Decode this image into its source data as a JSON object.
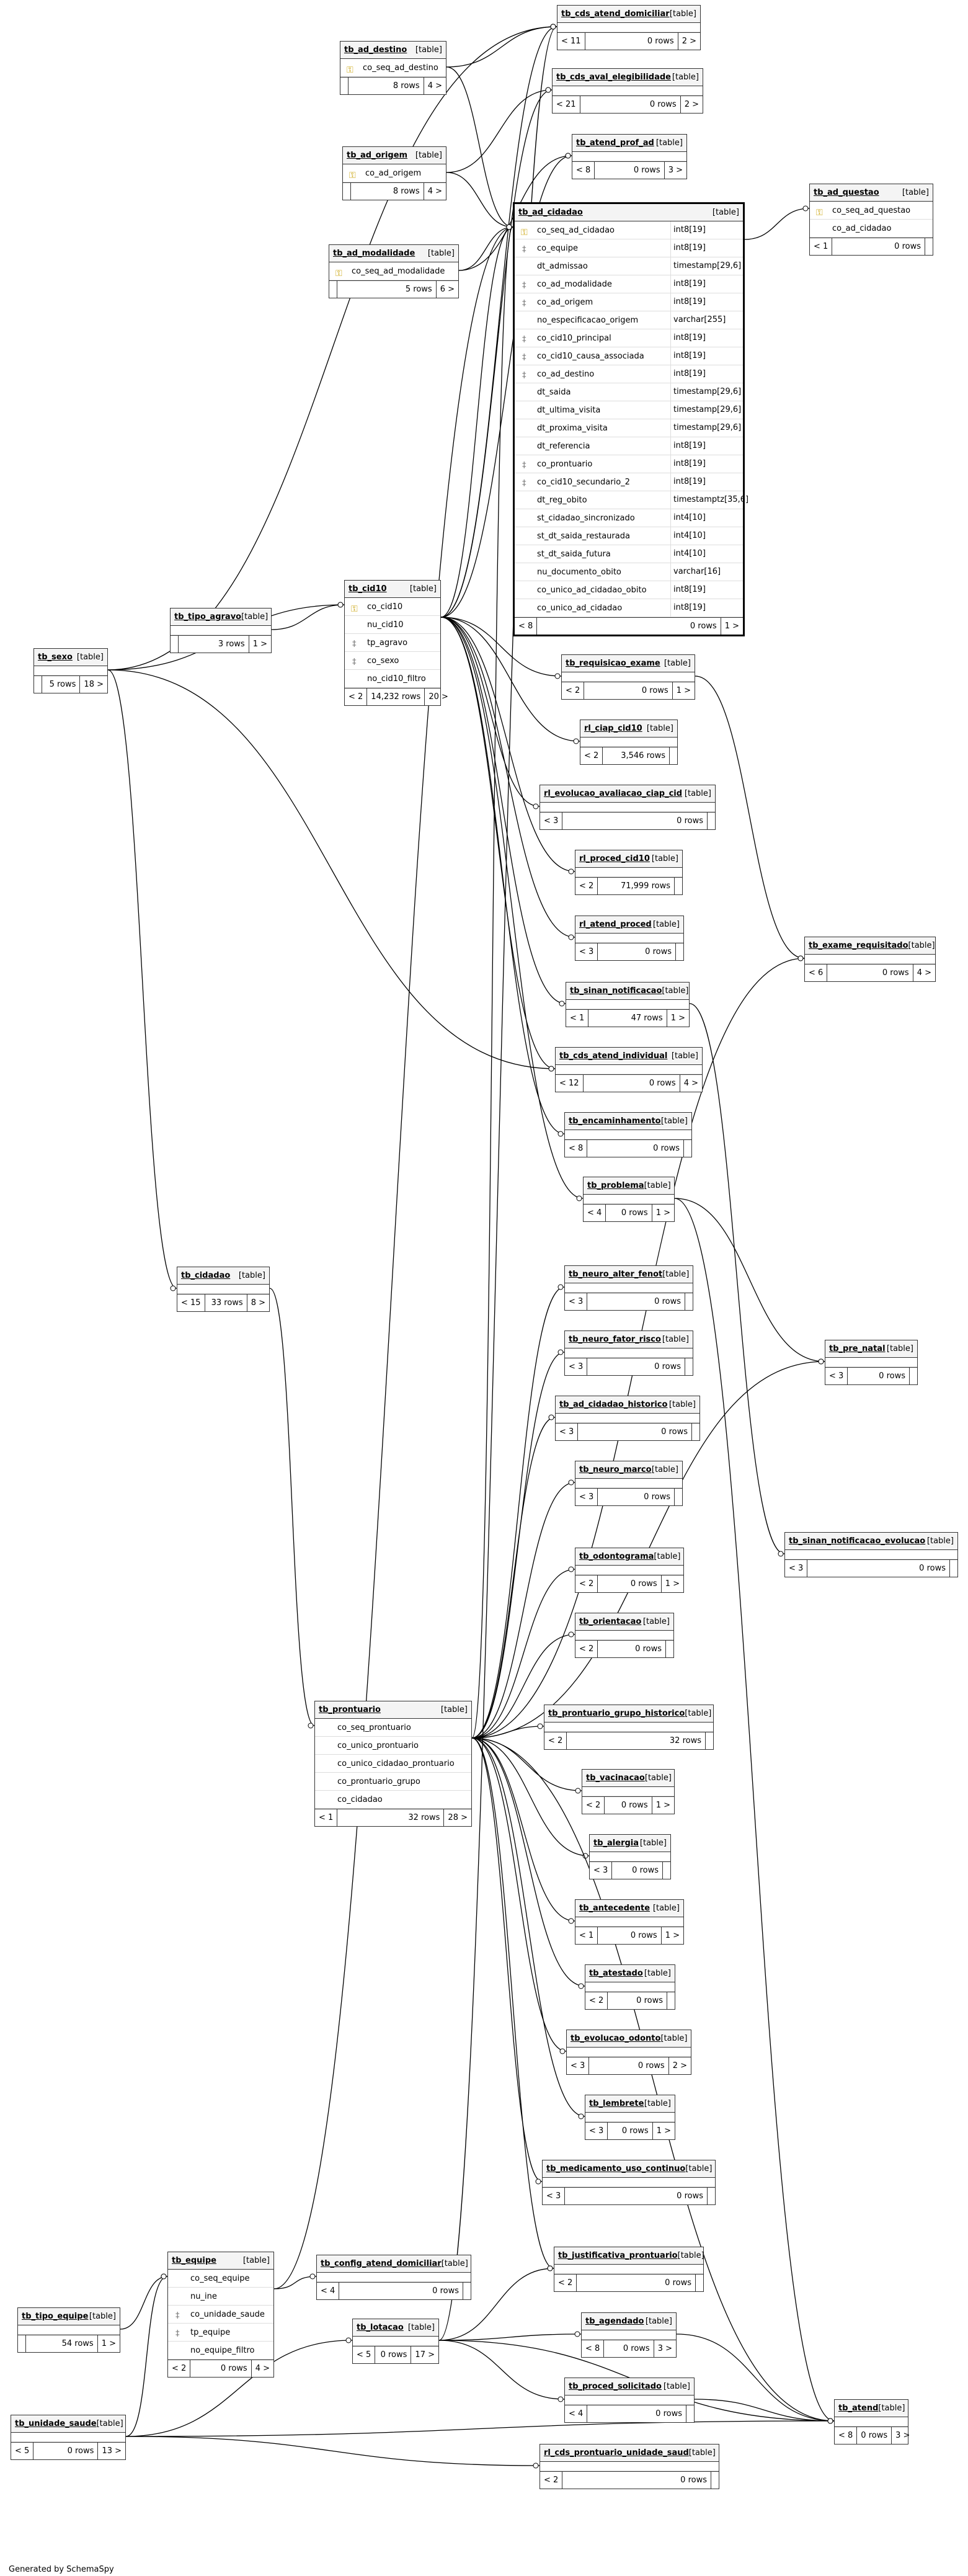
{
  "footer": "Generated by SchemaSpy",
  "type_label": "[table]",
  "tables": [
    {
      "id": "cds_atend_dom",
      "name": "tb_cds_atend_domiciliar",
      "foot": [
        "< 11",
        "0 rows",
        "2 >"
      ],
      "cols": []
    },
    {
      "id": "ad_destino",
      "name": "tb_ad_destino",
      "foot": [
        "",
        "8 rows",
        "4 >"
      ],
      "cols": [
        {
          "n": "co_seq_ad_destino",
          "k": "pk"
        }
      ]
    },
    {
      "id": "cds_aval",
      "name": "tb_cds_aval_elegibilidade",
      "foot": [
        "< 21",
        "0 rows",
        "2 >"
      ],
      "cols": []
    },
    {
      "id": "ad_origem",
      "name": "tb_ad_origem",
      "foot": [
        "",
        "8 rows",
        "4 >"
      ],
      "cols": [
        {
          "n": "co_ad_origem",
          "k": "pk"
        }
      ]
    },
    {
      "id": "atend_prof_ad",
      "name": "tb_atend_prof_ad",
      "foot": [
        "< 8",
        "0 rows",
        "3 >"
      ],
      "cols": []
    },
    {
      "id": "ad_modalidade",
      "name": "tb_ad_modalidade",
      "foot": [
        "",
        "5 rows",
        "6 >"
      ],
      "cols": [
        {
          "n": "co_seq_ad_modalidade",
          "k": "pk"
        }
      ]
    },
    {
      "id": "ad_questao",
      "name": "tb_ad_questao",
      "foot": [
        "< 1",
        "0 rows",
        ""
      ],
      "cols": [
        {
          "n": "co_seq_ad_questao",
          "k": "pk"
        },
        {
          "n": "co_ad_cidadao",
          "k": ""
        }
      ]
    },
    {
      "id": "ad_cidadao",
      "name": "tb_ad_cidadao",
      "focus": true,
      "foot": [
        "< 8",
        "0 rows",
        "1 >"
      ],
      "cols": [
        {
          "n": "co_seq_ad_cidadao",
          "t": "int8[19]",
          "k": "pk"
        },
        {
          "n": "co_equipe",
          "t": "int8[19]",
          "k": "fk"
        },
        {
          "n": "dt_admissao",
          "t": "timestamp[29,6]",
          "k": ""
        },
        {
          "n": "co_ad_modalidade",
          "t": "int8[19]",
          "k": "fk"
        },
        {
          "n": "co_ad_origem",
          "t": "int8[19]",
          "k": "fk"
        },
        {
          "n": "no_especificacao_origem",
          "t": "varchar[255]",
          "k": ""
        },
        {
          "n": "co_cid10_principal",
          "t": "int8[19]",
          "k": "fk"
        },
        {
          "n": "co_cid10_causa_associada",
          "t": "int8[19]",
          "k": "fk"
        },
        {
          "n": "co_ad_destino",
          "t": "int8[19]",
          "k": "fk"
        },
        {
          "n": "dt_saida",
          "t": "timestamp[29,6]",
          "k": ""
        },
        {
          "n": "dt_ultima_visita",
          "t": "timestamp[29,6]",
          "k": ""
        },
        {
          "n": "dt_proxima_visita",
          "t": "timestamp[29,6]",
          "k": ""
        },
        {
          "n": "dt_referencia",
          "t": "int8[19]",
          "k": ""
        },
        {
          "n": "co_prontuario",
          "t": "int8[19]",
          "k": "fk"
        },
        {
          "n": "co_cid10_secundario_2",
          "t": "int8[19]",
          "k": "fk"
        },
        {
          "n": "dt_reg_obito",
          "t": "timestamptz[35,6]",
          "k": ""
        },
        {
          "n": "st_cidadao_sincronizado",
          "t": "int4[10]",
          "k": ""
        },
        {
          "n": "st_dt_saida_restaurada",
          "t": "int4[10]",
          "k": ""
        },
        {
          "n": "st_dt_saida_futura",
          "t": "int4[10]",
          "k": ""
        },
        {
          "n": "nu_documento_obito",
          "t": "varchar[16]",
          "k": ""
        },
        {
          "n": "co_unico_ad_cidadao_obito",
          "t": "int8[19]",
          "k": ""
        },
        {
          "n": "co_unico_ad_cidadao",
          "t": "int8[19]",
          "k": ""
        }
      ]
    },
    {
      "id": "tipo_agravo",
      "name": "tb_tipo_agravo",
      "foot": [
        "",
        "3 rows",
        "1 >"
      ],
      "cols": []
    },
    {
      "id": "cid10",
      "name": "tb_cid10",
      "foot": [
        "< 2",
        "14,232 rows",
        "20 >"
      ],
      "cols": [
        {
          "n": "co_cid10",
          "k": "pk"
        },
        {
          "n": "nu_cid10",
          "k": ""
        },
        {
          "n": "tp_agravo",
          "k": "fk"
        },
        {
          "n": "co_sexo",
          "k": "fk"
        },
        {
          "n": "no_cid10_filtro",
          "k": ""
        }
      ]
    },
    {
      "id": "sexo",
      "name": "tb_sexo",
      "foot": [
        "",
        "5 rows",
        "18 >"
      ],
      "cols": []
    },
    {
      "id": "requisicao_exame",
      "name": "tb_requisicao_exame",
      "foot": [
        "< 2",
        "0 rows",
        "1 >"
      ],
      "cols": []
    },
    {
      "id": "ciap_cid10",
      "name": "rl_ciap_cid10",
      "foot": [
        "< 2",
        "3,546 rows",
        ""
      ],
      "cols": []
    },
    {
      "id": "evol_ciap_cid",
      "name": "rl_evolucao_avaliacao_ciap_cid",
      "foot": [
        "< 3",
        "0 rows",
        ""
      ],
      "cols": []
    },
    {
      "id": "proced_cid10",
      "name": "rl_proced_cid10",
      "foot": [
        "< 2",
        "71,999 rows",
        ""
      ],
      "cols": []
    },
    {
      "id": "atend_proced",
      "name": "rl_atend_proced",
      "foot": [
        "< 3",
        "0 rows",
        ""
      ],
      "cols": []
    },
    {
      "id": "exame_req",
      "name": "tb_exame_requisitado",
      "foot": [
        "< 6",
        "0 rows",
        "4 >"
      ],
      "cols": []
    },
    {
      "id": "sinan_not",
      "name": "tb_sinan_notificacao",
      "foot": [
        "< 1",
        "47 rows",
        "1 >"
      ],
      "cols": []
    },
    {
      "id": "cds_atend_ind",
      "name": "tb_cds_atend_individual",
      "foot": [
        "< 12",
        "0 rows",
        "4 >"
      ],
      "cols": []
    },
    {
      "id": "encaminhamento",
      "name": "tb_encaminhamento",
      "foot": [
        "< 8",
        "0 rows",
        ""
      ],
      "cols": []
    },
    {
      "id": "problema",
      "name": "tb_problema",
      "foot": [
        "< 4",
        "0 rows",
        "1 >"
      ],
      "cols": []
    },
    {
      "id": "cidadao",
      "name": "tb_cidadao",
      "foot": [
        "< 15",
        "33 rows",
        "8 >"
      ],
      "cols": []
    },
    {
      "id": "neuro_alter",
      "name": "tb_neuro_alter_fenot",
      "foot": [
        "< 3",
        "0 rows",
        ""
      ],
      "cols": []
    },
    {
      "id": "pre_natal",
      "name": "tb_pre_natal",
      "foot": [
        "< 3",
        "0 rows",
        ""
      ],
      "cols": []
    },
    {
      "id": "neuro_fator",
      "name": "tb_neuro_fator_risco",
      "foot": [
        "< 3",
        "0 rows",
        ""
      ],
      "cols": []
    },
    {
      "id": "ad_cid_hist",
      "name": "tb_ad_cidadao_historico",
      "foot": [
        "< 3",
        "0 rows",
        ""
      ],
      "cols": []
    },
    {
      "id": "neuro_marco",
      "name": "tb_neuro_marco",
      "foot": [
        "< 3",
        "0 rows",
        ""
      ],
      "cols": []
    },
    {
      "id": "sinan_evol",
      "name": "tb_sinan_notificacao_evolucao",
      "foot": [
        "< 3",
        "0 rows",
        ""
      ],
      "cols": []
    },
    {
      "id": "odontograma",
      "name": "tb_odontograma",
      "foot": [
        "< 2",
        "0 rows",
        "1 >"
      ],
      "cols": []
    },
    {
      "id": "orientacao",
      "name": "tb_orientacao",
      "foot": [
        "< 2",
        "0 rows",
        ""
      ],
      "cols": []
    },
    {
      "id": "prontuario",
      "name": "tb_prontuario",
      "foot": [
        "< 1",
        "32 rows",
        "28 >"
      ],
      "cols": [
        {
          "n": "co_seq_prontuario",
          "k": ""
        },
        {
          "n": "co_unico_prontuario",
          "k": ""
        },
        {
          "n": "co_unico_cidadao_prontuario",
          "k": ""
        },
        {
          "n": "co_prontuario_grupo",
          "k": ""
        },
        {
          "n": "co_cidadao",
          "k": ""
        }
      ]
    },
    {
      "id": "pront_grupo_hist",
      "name": "tb_prontuario_grupo_historico",
      "foot": [
        "< 2",
        "32 rows",
        ""
      ],
      "cols": []
    },
    {
      "id": "vacinacao",
      "name": "tb_vacinacao",
      "foot": [
        "< 2",
        "0 rows",
        "1 >"
      ],
      "cols": []
    },
    {
      "id": "alergia",
      "name": "tb_alergia",
      "foot": [
        "< 3",
        "0 rows",
        ""
      ],
      "cols": []
    },
    {
      "id": "antecedente",
      "name": "tb_antecedente",
      "foot": [
        "< 1",
        "0 rows",
        "1 >"
      ],
      "cols": []
    },
    {
      "id": "atestado",
      "name": "tb_atestado",
      "foot": [
        "< 2",
        "0 rows",
        ""
      ],
      "cols": []
    },
    {
      "id": "evol_odonto",
      "name": "tb_evolucao_odonto",
      "foot": [
        "< 3",
        "0 rows",
        "2 >"
      ],
      "cols": []
    },
    {
      "id": "lembrete",
      "name": "tb_lembrete",
      "foot": [
        "< 3",
        "0 rows",
        "1 >"
      ],
      "cols": []
    },
    {
      "id": "med_uso",
      "name": "tb_medicamento_uso_continuo",
      "foot": [
        "< 3",
        "0 rows",
        ""
      ],
      "cols": []
    },
    {
      "id": "equipe",
      "name": "tb_equipe",
      "foot": [
        "< 2",
        "0 rows",
        "4 >"
      ],
      "cols": [
        {
          "n": "co_seq_equipe",
          "k": ""
        },
        {
          "n": "nu_ine",
          "k": ""
        },
        {
          "n": "co_unidade_saude",
          "k": "fk"
        },
        {
          "n": "tp_equipe",
          "k": "fk"
        },
        {
          "n": "no_equipe_filtro",
          "k": ""
        }
      ]
    },
    {
      "id": "config_atend",
      "name": "tb_config_atend_domiciliar",
      "foot": [
        "< 4",
        "0 rows",
        ""
      ],
      "cols": []
    },
    {
      "id": "justif",
      "name": "tb_justificativa_prontuario",
      "foot": [
        "< 2",
        "0 rows",
        ""
      ],
      "cols": []
    },
    {
      "id": "tipo_equipe",
      "name": "tb_tipo_equipe",
      "foot": [
        "",
        "54 rows",
        "1 >"
      ],
      "cols": []
    },
    {
      "id": "lotacao",
      "name": "tb_lotacao",
      "foot": [
        "< 5",
        "0 rows",
        "17 >"
      ],
      "cols": []
    },
    {
      "id": "agendado",
      "name": "tb_agendado",
      "foot": [
        "< 8",
        "0 rows",
        "3 >"
      ],
      "cols": []
    },
    {
      "id": "proced_solic",
      "name": "tb_proced_solicitado",
      "foot": [
        "< 4",
        "0 rows",
        ""
      ],
      "cols": []
    },
    {
      "id": "atend",
      "name": "tb_atend",
      "foot": [
        "< 8",
        "0 rows",
        "3 >"
      ],
      "cols": []
    },
    {
      "id": "unidade_saude",
      "name": "tb_unidade_saude",
      "foot": [
        "< 5",
        "0 rows",
        "13 >"
      ],
      "cols": []
    },
    {
      "id": "cds_pront_unid",
      "name": "rl_cds_prontuario_unidade_saud",
      "foot": [
        "< 2",
        "0 rows",
        ""
      ],
      "cols": []
    }
  ]
}
